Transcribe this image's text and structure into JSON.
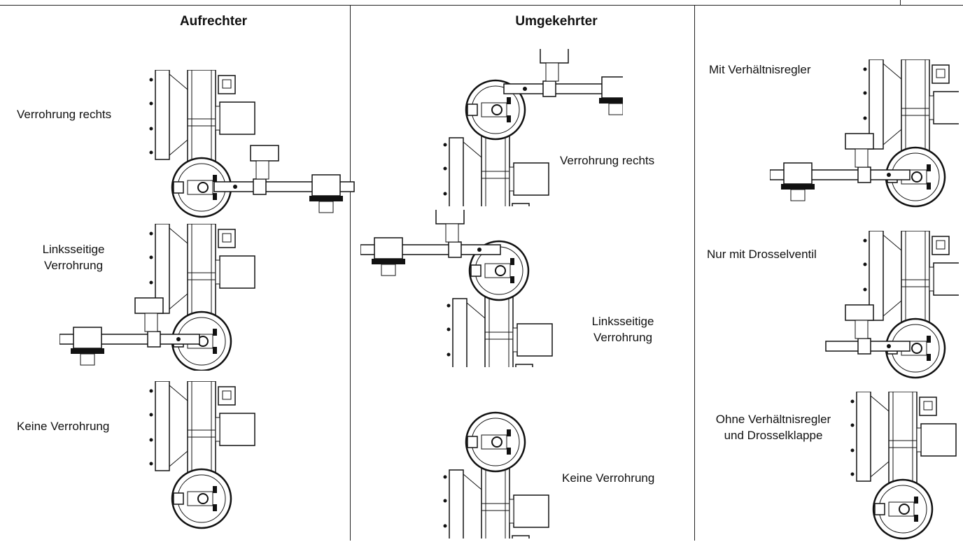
{
  "columns": {
    "upright": {
      "header": "Aufrechter",
      "items": [
        {
          "label": "Verrohrung rechts"
        },
        {
          "label_line1": "Linksseitige",
          "label_line2": "Verrohrung"
        },
        {
          "label": "Keine Verrohrung"
        }
      ]
    },
    "inverted": {
      "header": "Umgekehrter",
      "items": [
        {
          "label": "Verrohrung rechts"
        },
        {
          "label_line1": "Linksseitige",
          "label_line2": "Verrohrung"
        },
        {
          "label": "Keine Verrohrung"
        }
      ]
    },
    "options": {
      "items": [
        {
          "label": "Mit Verhältnisregler"
        },
        {
          "label": "Nur mit Drosselventil"
        },
        {
          "label_line1": "Ohne Verhältnisregler",
          "label_line2": "und Drosselklappe"
        }
      ]
    }
  }
}
